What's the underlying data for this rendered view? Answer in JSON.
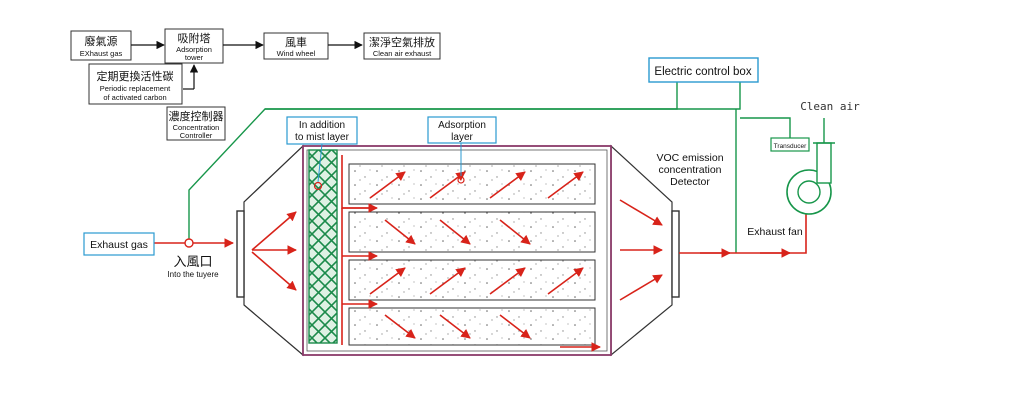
{
  "colors": {
    "box_border": "#2a9ad0",
    "gas_line": "#d8231a",
    "control_line": "#17964a",
    "vessel_border": "#8a3a6a",
    "mist_fill": "#dff1e4",
    "mist_hatch": "#1b8a4a",
    "ink": "#111111"
  },
  "flow": {
    "exhaust_gas": {
      "zh": "廢氣源",
      "en": "EXhaust gas"
    },
    "adsorption_tower": {
      "zh": "吸附塔",
      "en1": "Adsorption",
      "en2": "tower"
    },
    "wind_wheel": {
      "zh": "風車",
      "en": "Wind wheel"
    },
    "clean_air_exhaust": {
      "zh": "潔淨空氣排放",
      "en": "Clean air exhaust"
    },
    "carbon": {
      "zh": "定期更換活性碳",
      "en1": "Periodic replacement",
      "en2": "of activated carbon"
    },
    "controller": {
      "zh": "濃度控制器",
      "en1": "Concentration",
      "en2": "Controller"
    }
  },
  "labels": {
    "electric_control_box": "Electric control box",
    "clean_air": "Clean air",
    "transducer": "Transducer",
    "mist_layer_1": "In addition",
    "mist_layer_2": "to mist layer",
    "adsorption_layer_1": "Adsorption",
    "adsorption_layer_2": "layer",
    "voc_1": "VOC emission",
    "voc_2": "concentration",
    "voc_3": "Detector",
    "exhaust_fan": "Exhaust fan",
    "exhaust_gas_inlet": "Exhaust gas",
    "inlet_zh": "入風口",
    "inlet_en": "Into the tuyere"
  }
}
